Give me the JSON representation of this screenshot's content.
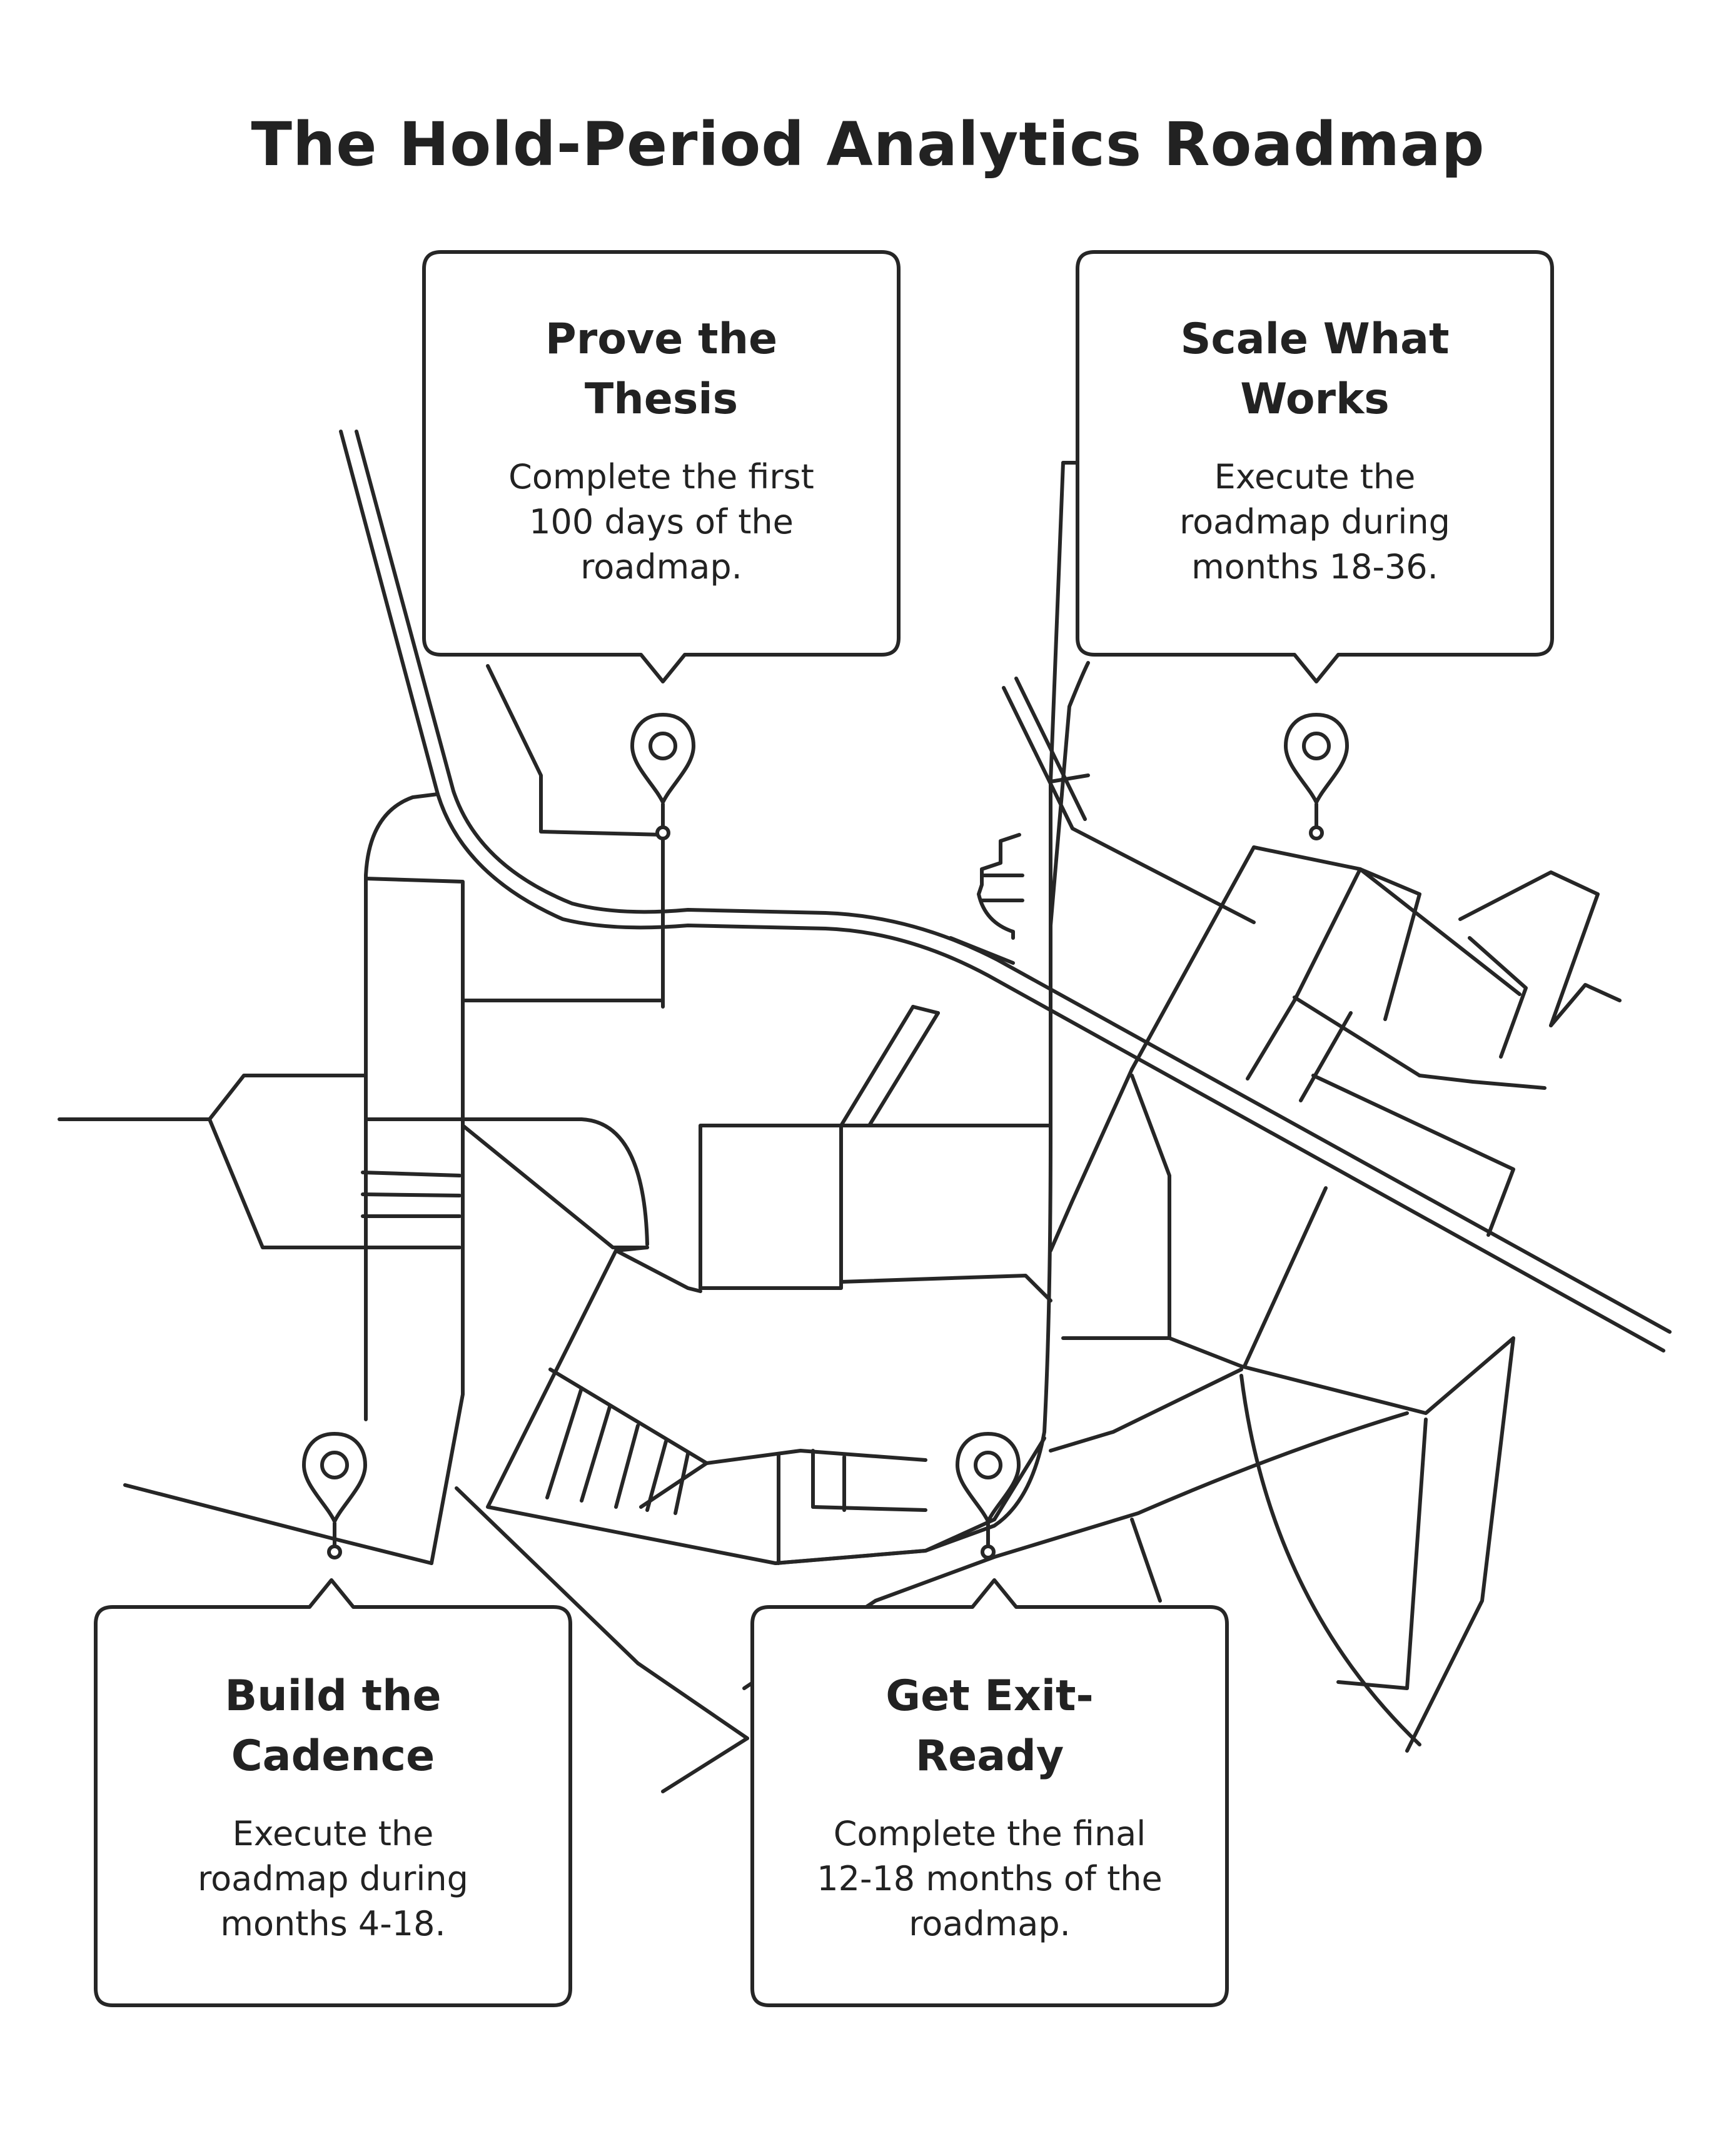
{
  "title": "The Hold-Period Analytics Roadmap",
  "stages": [
    {
      "title": "Prove the Thesis",
      "description": "Complete the first 100 days of the roadmap."
    },
    {
      "title": "Scale What Works",
      "description": "Execute the roadmap during months 18-36."
    },
    {
      "title": "Build the Cadence",
      "description": "Execute the roadmap during months 4-18."
    },
    {
      "title": "Get Exit-Ready",
      "description": "Complete the final 12-18 months of the roadmap."
    }
  ],
  "icons": {
    "marker": "map-pin-icon"
  }
}
